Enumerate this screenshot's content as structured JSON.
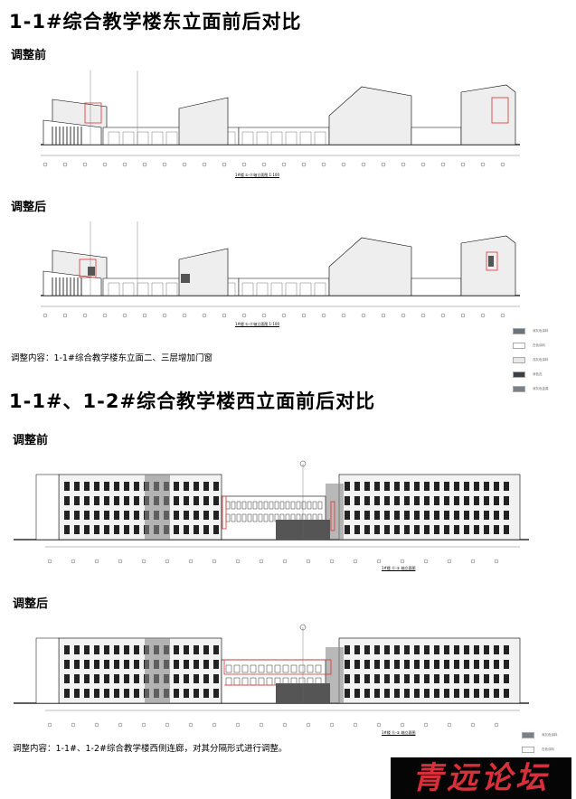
{
  "section1": {
    "title": "1-1#综合教学楼东立面前后对比",
    "before_label": "调整前",
    "after_label": "调整后",
    "note": "调整内容：1-1#综合教学楼东立面二、三层增加门窗",
    "before_caption": "1#楼 ①-⑪轴立面图 1:100",
    "after_caption": "1#楼 ①-⑪轴立面图 1:100"
  },
  "section2": {
    "title": "1-1#、1-2#综合教学楼西立面前后对比",
    "before_label": "调整前",
    "after_label": "调整后",
    "note": "调整内容：1-1#、1-2#综合教学楼西侧连廊，对其分隔形式进行调整。",
    "before_caption": "1#楼 ⑪-① 轴立面图",
    "after_caption": "1#楼 ⑪-① 轴立面图"
  },
  "legend1": [
    {
      "color": "#6b737b",
      "text": "深灰色涂料"
    },
    {
      "color": "#ffffff",
      "text": "白色涂料"
    },
    {
      "color": "#e8e8e8",
      "text": "浅灰色涂料"
    },
    {
      "color": "#3a3f45",
      "text": "深色瓦"
    },
    {
      "color": "#7a8088",
      "text": "深灰色金属"
    }
  ],
  "legend2": [
    {
      "color": "#7a8088",
      "text": "深灰色涂料"
    },
    {
      "color": "#ffffff",
      "text": "白色涂料"
    }
  ],
  "highlight_color": "#e03030",
  "watermark": "青远论坛"
}
